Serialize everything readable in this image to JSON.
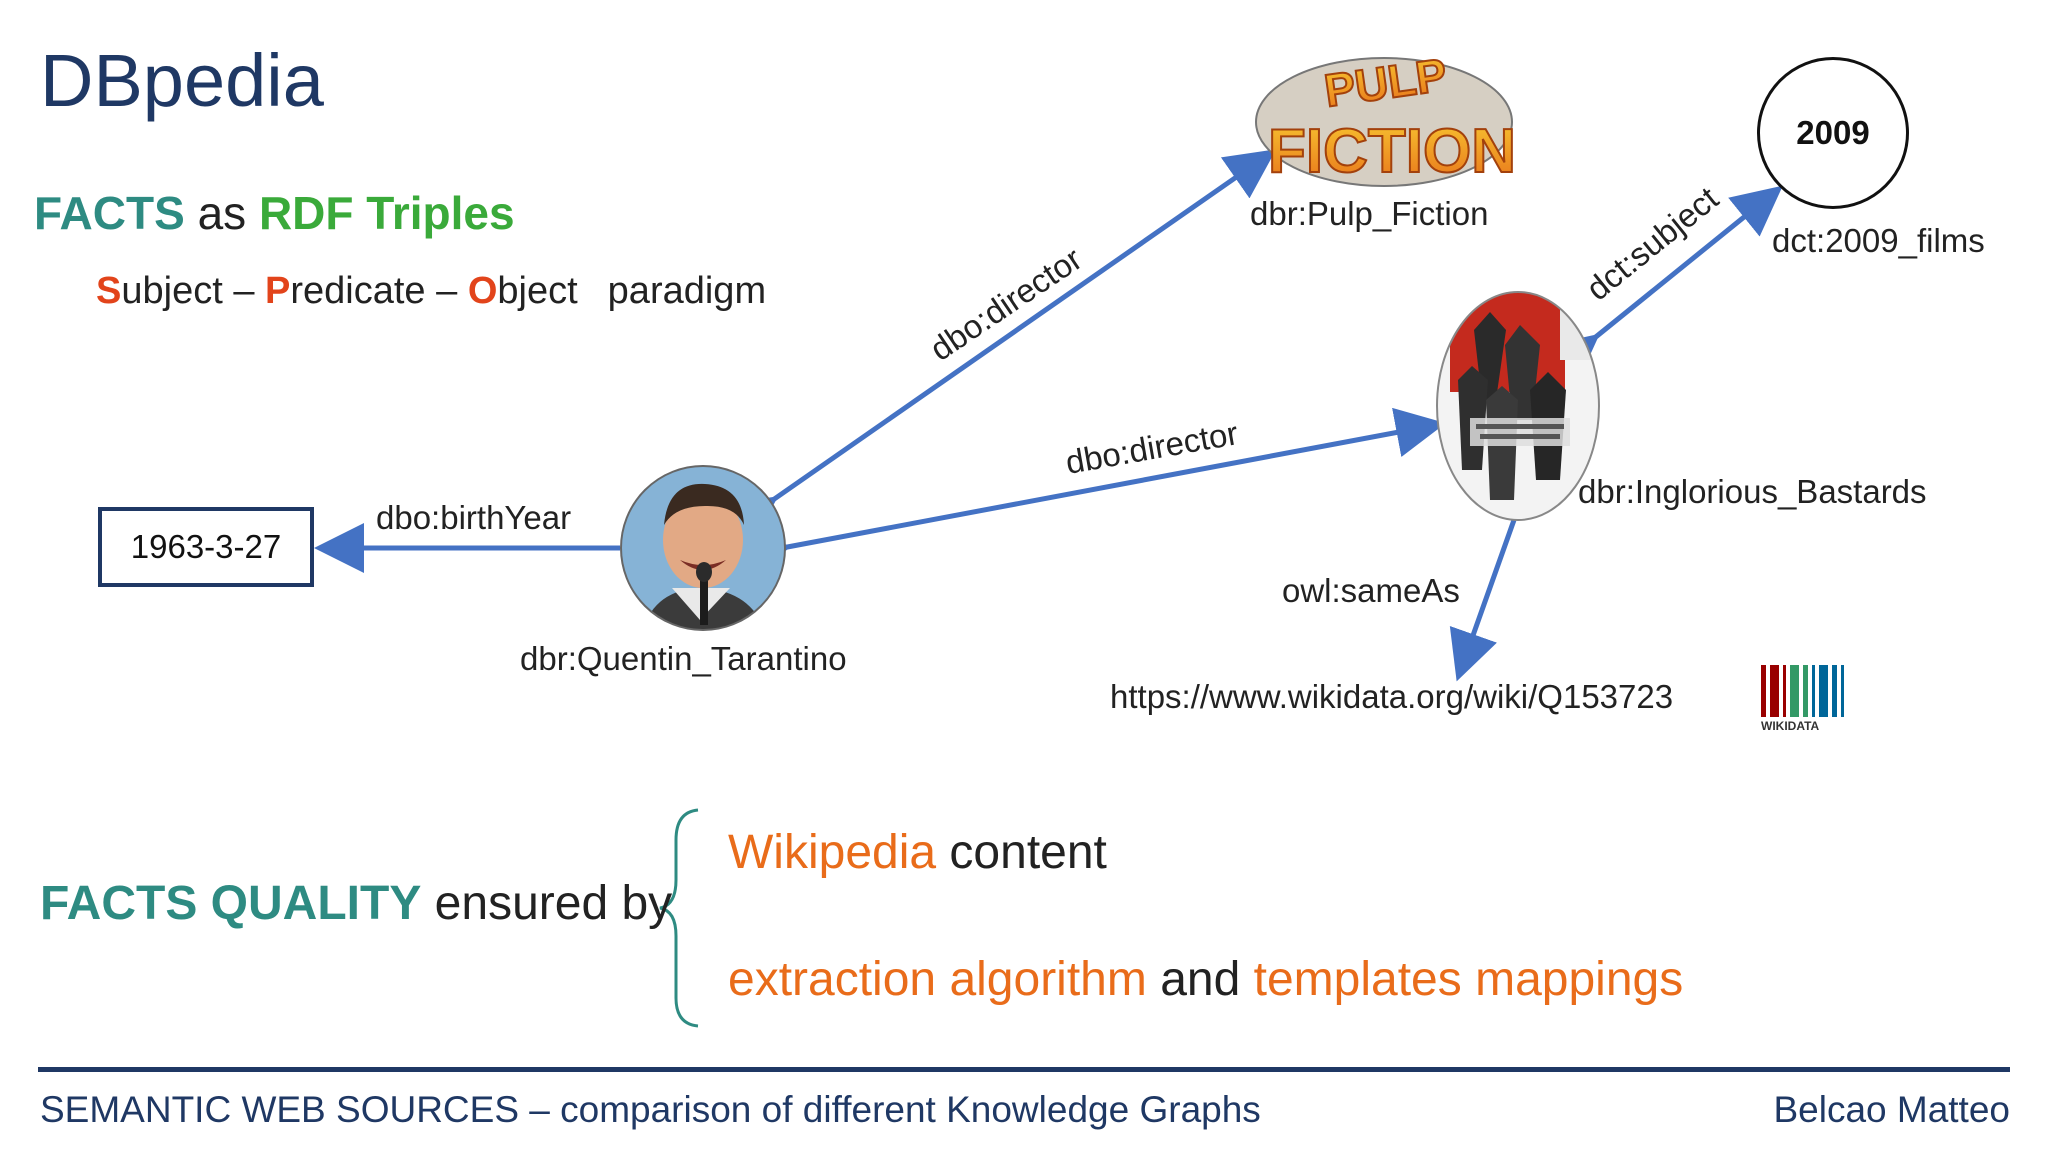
{
  "slide": {
    "title": "DBpedia",
    "facts": {
      "facts_word": "FACTS",
      "as_word": "as",
      "rdf_word": "RDF Triples"
    },
    "spo": {
      "s": "S",
      "ubject": "ubject – ",
      "p": "P",
      "redicate": "redicate – ",
      "o": "O",
      "bject": "bject",
      "paradigm": "paradigm"
    }
  },
  "diagram": {
    "date_value": "1963-3-27",
    "year_value": "2009",
    "labels": {
      "birth_year": "dbo:birthYear",
      "director_1": "dbo:director",
      "director_2": "dbo:director",
      "subject": "dct:subject",
      "same_as": "owl:sameAs"
    },
    "nodes": {
      "tarantino": "dbr:Quentin_Tarantino",
      "pulp_fiction": "dbr:Pulp_Fiction",
      "inglorious": "dbr:Inglorious_Bastards",
      "films_2009": "dct:2009_films",
      "wikidata_url": "https://www.wikidata.org/wiki/Q153723"
    },
    "logos": {
      "pulp_line1": "PULP",
      "pulp_line2": "FICTION",
      "wikidata": "WIKIDATA"
    }
  },
  "quality": {
    "facts_quality": "FACTS QUALITY",
    "ensured_by": "ensured by",
    "wikipedia": "Wikipedia",
    "content": "content",
    "extraction": "extraction algorithm",
    "and_word": "and",
    "templates": "templates mappings"
  },
  "footer": {
    "left": "SEMANTIC WEB SOURCES – comparison of different Knowledge Graphs",
    "right": "Belcao Matteo"
  }
}
